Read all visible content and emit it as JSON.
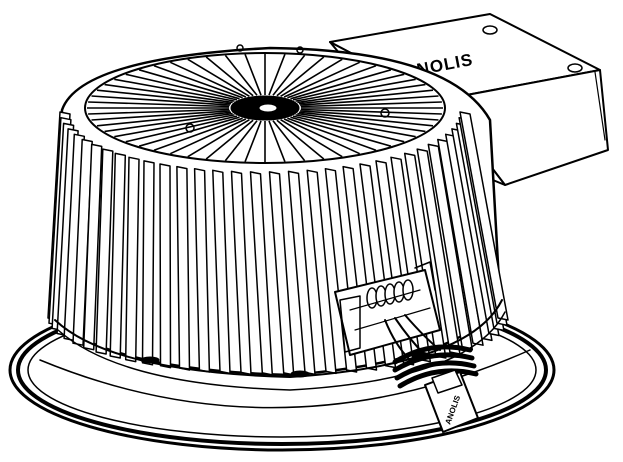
{
  "figure": {
    "description_hidden": "",
    "brand_label": "ANOLIS",
    "connector_label": "ANOLIS",
    "colors": {
      "line": "#000000",
      "background": "#ffffff"
    },
    "icons": [
      "heatsink-drawing",
      "driver-box-drawing",
      "connector-plug-drawing",
      "terminal-block-drawing"
    ]
  }
}
